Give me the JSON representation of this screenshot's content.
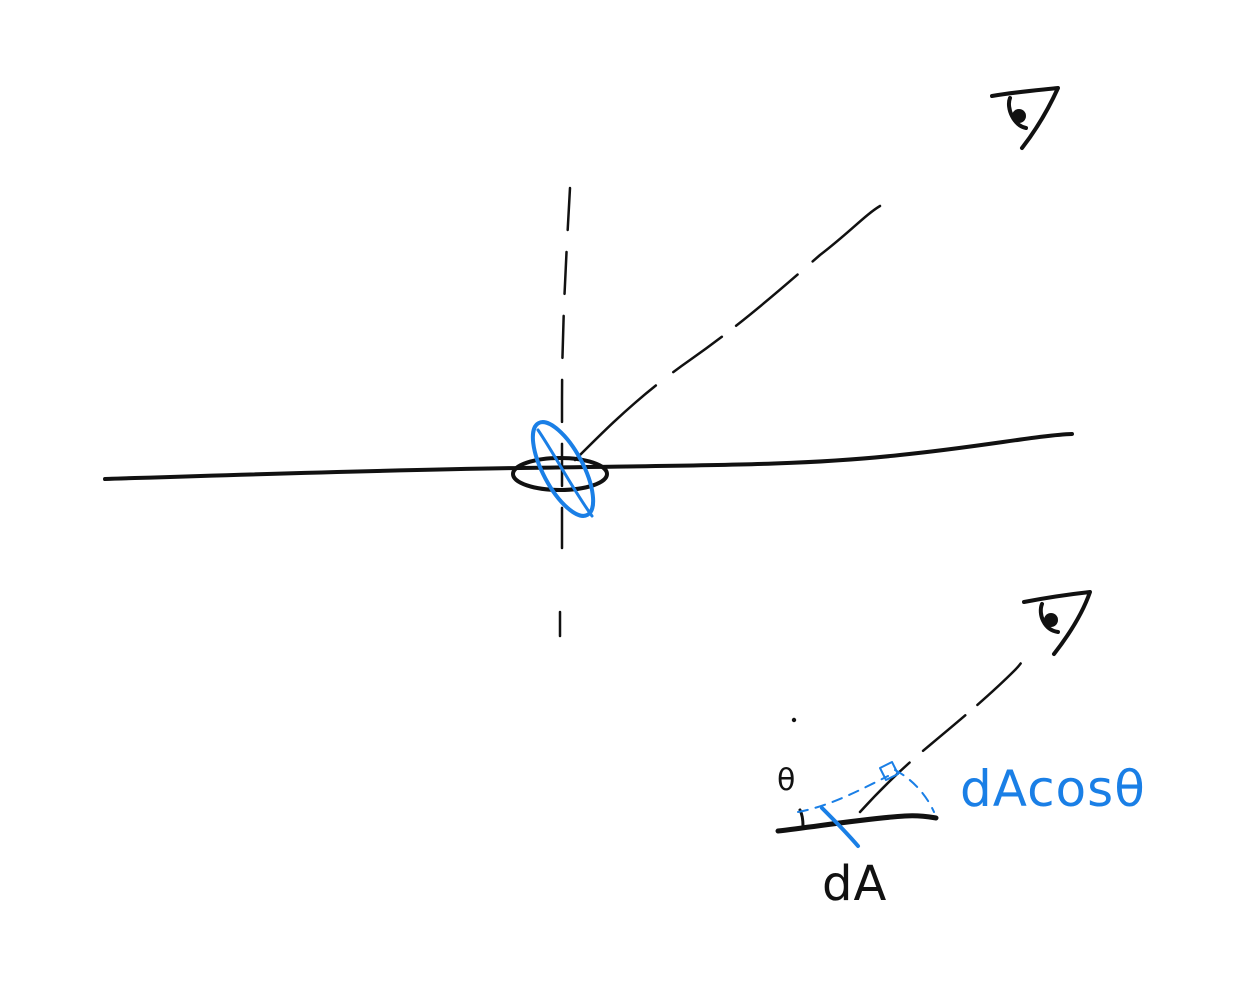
{
  "labels": {
    "theta": "θ",
    "area": "dA",
    "projected_area": "dAcosθ"
  },
  "colors": {
    "ink": "#111111",
    "highlight": "#1a7fe6",
    "background": "#ffffff"
  },
  "icons": {
    "eye_top": "eye-icon",
    "eye_bottom": "eye-icon"
  }
}
